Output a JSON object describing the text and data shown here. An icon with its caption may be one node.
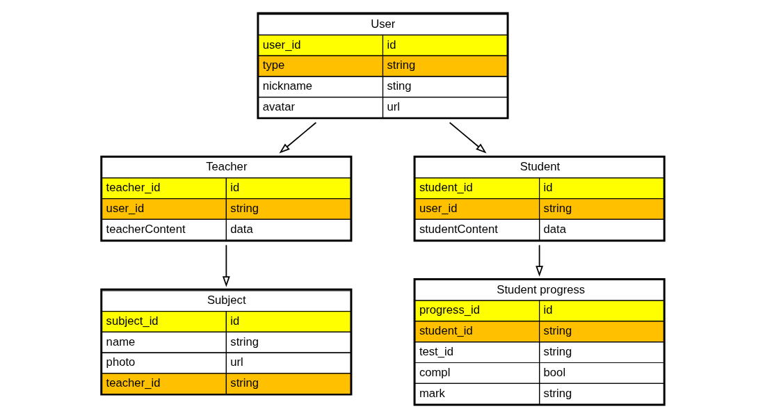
{
  "diagram": {
    "nodes": [
      {
        "text": [
          "User",
          "user_id",
          "id",
          "type",
          "string",
          "nickname",
          "sting",
          "avatar",
          "url"
        ]
      },
      {
        "text": [
          "Teacher",
          "teacher_id",
          "id",
          "user_id",
          "string",
          "teacherContent",
          "data"
        ]
      },
      {
        "text": [
          "Student",
          "student_id",
          "id",
          "user_id",
          "string",
          "studentContent",
          "data"
        ]
      },
      {
        "text": [
          "Subject",
          "subject_id",
          "id",
          "name",
          "string",
          "photo",
          "url",
          "teacher_id",
          "string"
        ]
      },
      {
        "text": [
          "Student progress",
          "progress_id",
          "id",
          "student_id",
          "string",
          "test_id",
          "string",
          "compl",
          "bool",
          "mark",
          "string"
        ]
      }
    ],
    "edges": [
      {
        "from": 0,
        "to": 1,
        "arrow": "to"
      },
      {
        "from": 0,
        "to": 2,
        "arrow": "to"
      },
      {
        "from": 1,
        "to": 3,
        "arrow": "to"
      },
      {
        "from": 2,
        "to": 4,
        "arrow": "to"
      }
    ]
  }
}
